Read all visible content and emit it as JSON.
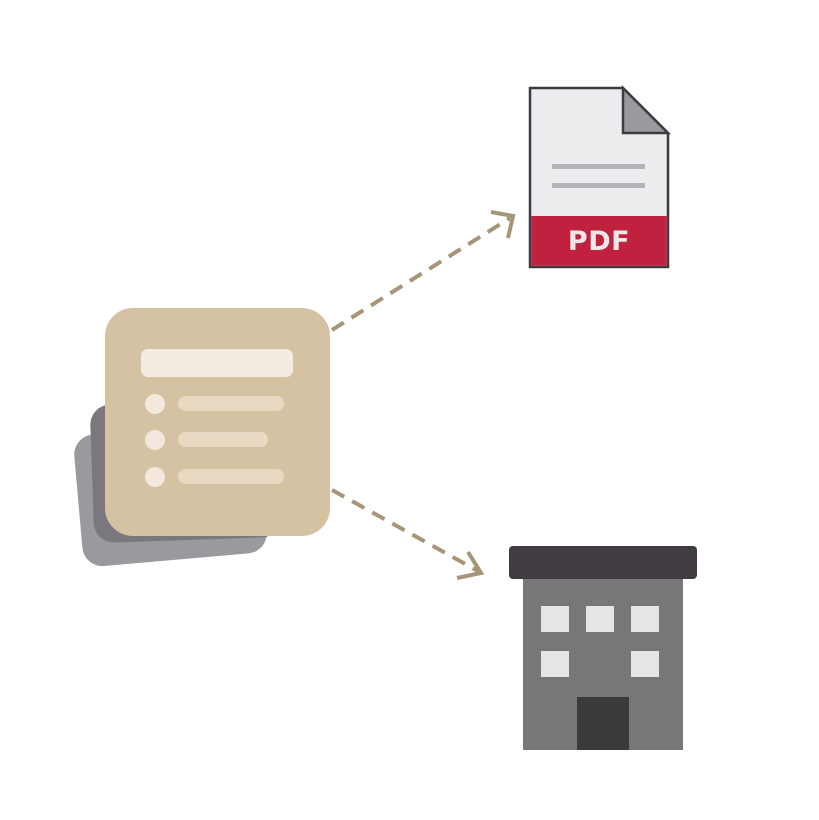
{
  "diagram": {
    "pdf_file": {
      "label": "PDF",
      "icon": "pdf-file-icon",
      "band_color": "#c0213f",
      "paper_color": "#ececee",
      "fold_color": "#9a999e",
      "outline_color": "#3e3b40"
    },
    "source_document": {
      "icon": "checklist-document-icon",
      "card_color": "#d5c2a2",
      "back_card_colors": [
        "#9a999e",
        "#7a787d"
      ],
      "line_color": "#f2e9dc"
    },
    "building": {
      "icon": "office-building-icon",
      "roof_color": "#403c41",
      "wall_color": "#79767a",
      "window_color": "#e6e4e6",
      "door_color": "#3c393d"
    },
    "arrows": {
      "color": "#a69576",
      "items": [
        {
          "from": "source-document",
          "to": "pdf-file"
        },
        {
          "from": "source-document",
          "to": "office-building"
        }
      ]
    }
  }
}
